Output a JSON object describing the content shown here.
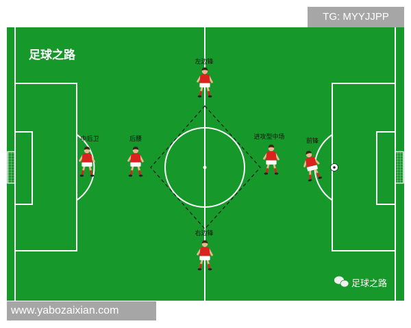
{
  "title": "足球之路",
  "watermarks": {
    "top": "TG: MYYJJPP",
    "bottom": "www.yabozaixian.com"
  },
  "credit": {
    "icon": "wechat-icon",
    "text": "足球之路"
  },
  "players": [
    {
      "label": "左边锋"
    },
    {
      "label": "中后卫"
    },
    {
      "label": "后腰"
    },
    {
      "label": "进攻型中场"
    },
    {
      "label": "前锋"
    },
    {
      "label": "右边锋"
    }
  ],
  "icons": {
    "ball": "football-icon",
    "goals": "goal-net-icon",
    "players": "player-figure-icon"
  },
  "colors": {
    "pitch": "#17982b",
    "lines": "#ffffff",
    "shirt": "#d8231f",
    "shorts": "#ffffff",
    "skin": "#e9b88e",
    "hair": "#3b2716",
    "watermark_bg": "#a6a6a6",
    "formation_line": "#1e1e1e"
  }
}
